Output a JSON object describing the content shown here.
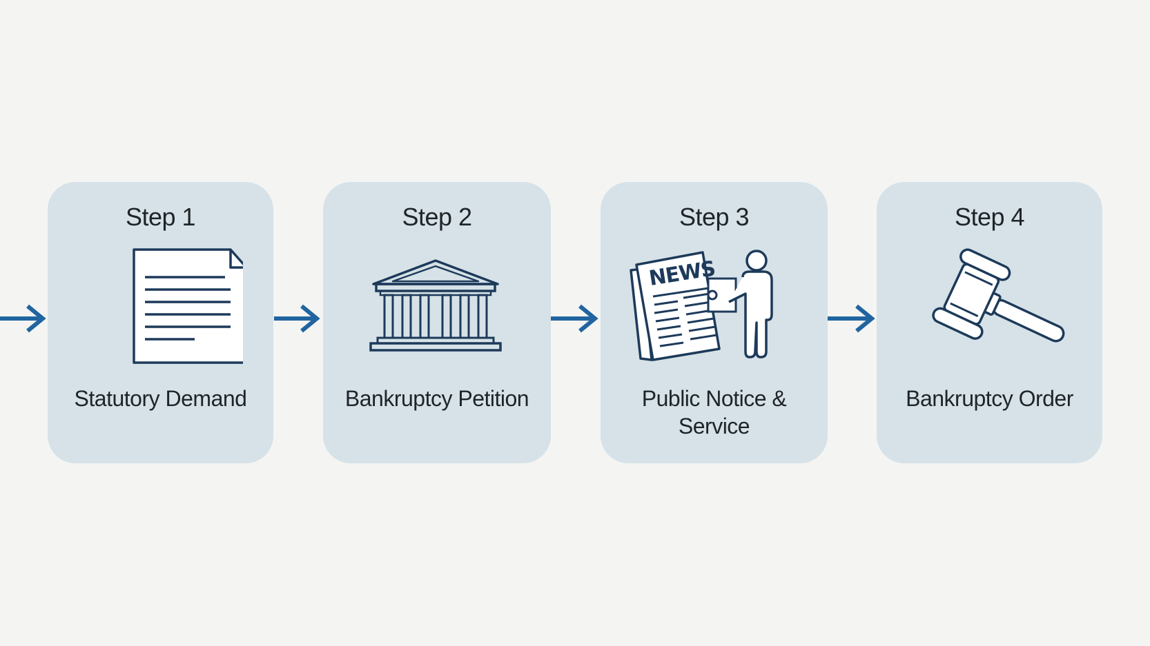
{
  "colors": {
    "background": "#f4f5f3",
    "card": "#d6e2e7",
    "arrow": "#2064a0",
    "icon_ink": "#1d3a5a",
    "text": "#1f2428"
  },
  "steps": [
    {
      "title": "Step 1",
      "label": "Statutory Demand",
      "icon": "document-icon"
    },
    {
      "title": "Step 2",
      "label": "Bankruptcy Petition",
      "icon": "courthouse-icon"
    },
    {
      "title": "Step 3",
      "label": "Public Notice & Service",
      "icon": "newspaper-person-icon",
      "icon_text": "NEWS"
    },
    {
      "title": "Step 4",
      "label": "Bankruptcy Order",
      "icon": "gavel-icon"
    }
  ]
}
